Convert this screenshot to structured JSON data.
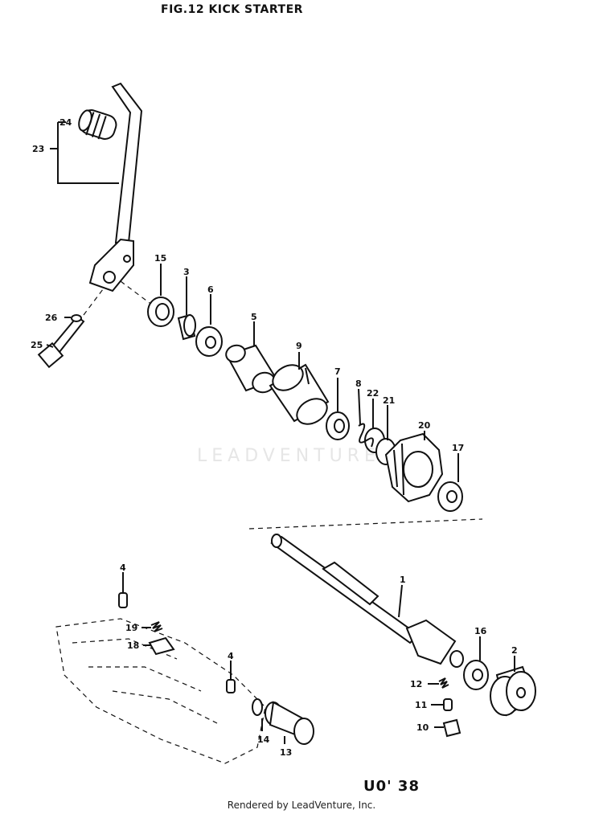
{
  "title": "FIG.12  KICK STARTER",
  "watermark": "LEADVENTURE",
  "code": "U0' 38",
  "footer": "Rendered by LeadVenture, Inc.",
  "labels": {
    "p23": "23",
    "p24": "24",
    "p15": "15",
    "p3": "3",
    "p6": "6",
    "p5": "5",
    "p9": "9",
    "p7": "7",
    "p8": "8",
    "p22": "22",
    "p21": "21",
    "p20": "20",
    "p17": "17",
    "p26": "26",
    "p25": "25",
    "p4a": "4",
    "p19": "19",
    "p18": "18",
    "p4b": "4",
    "p14": "14",
    "p13": "13",
    "p1": "1",
    "p16": "16",
    "p2": "2",
    "p12": "12",
    "p11": "11",
    "p10": "10"
  }
}
